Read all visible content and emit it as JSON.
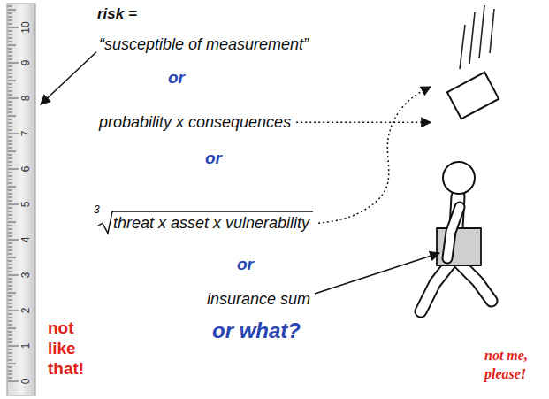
{
  "diagram": {
    "labels": [
      "10",
      "9",
      "8",
      "7",
      "6",
      "5",
      "4",
      "3",
      "2",
      "1",
      "0",
      "risk =",
      "“susceptible of measurement”",
      "or",
      "probability x consequences",
      "or",
      "3",
      "threat x asset x vulnerability",
      "or",
      "insurance sum",
      "or what?",
      "not like that!",
      "not me, please!"
    ]
  }
}
